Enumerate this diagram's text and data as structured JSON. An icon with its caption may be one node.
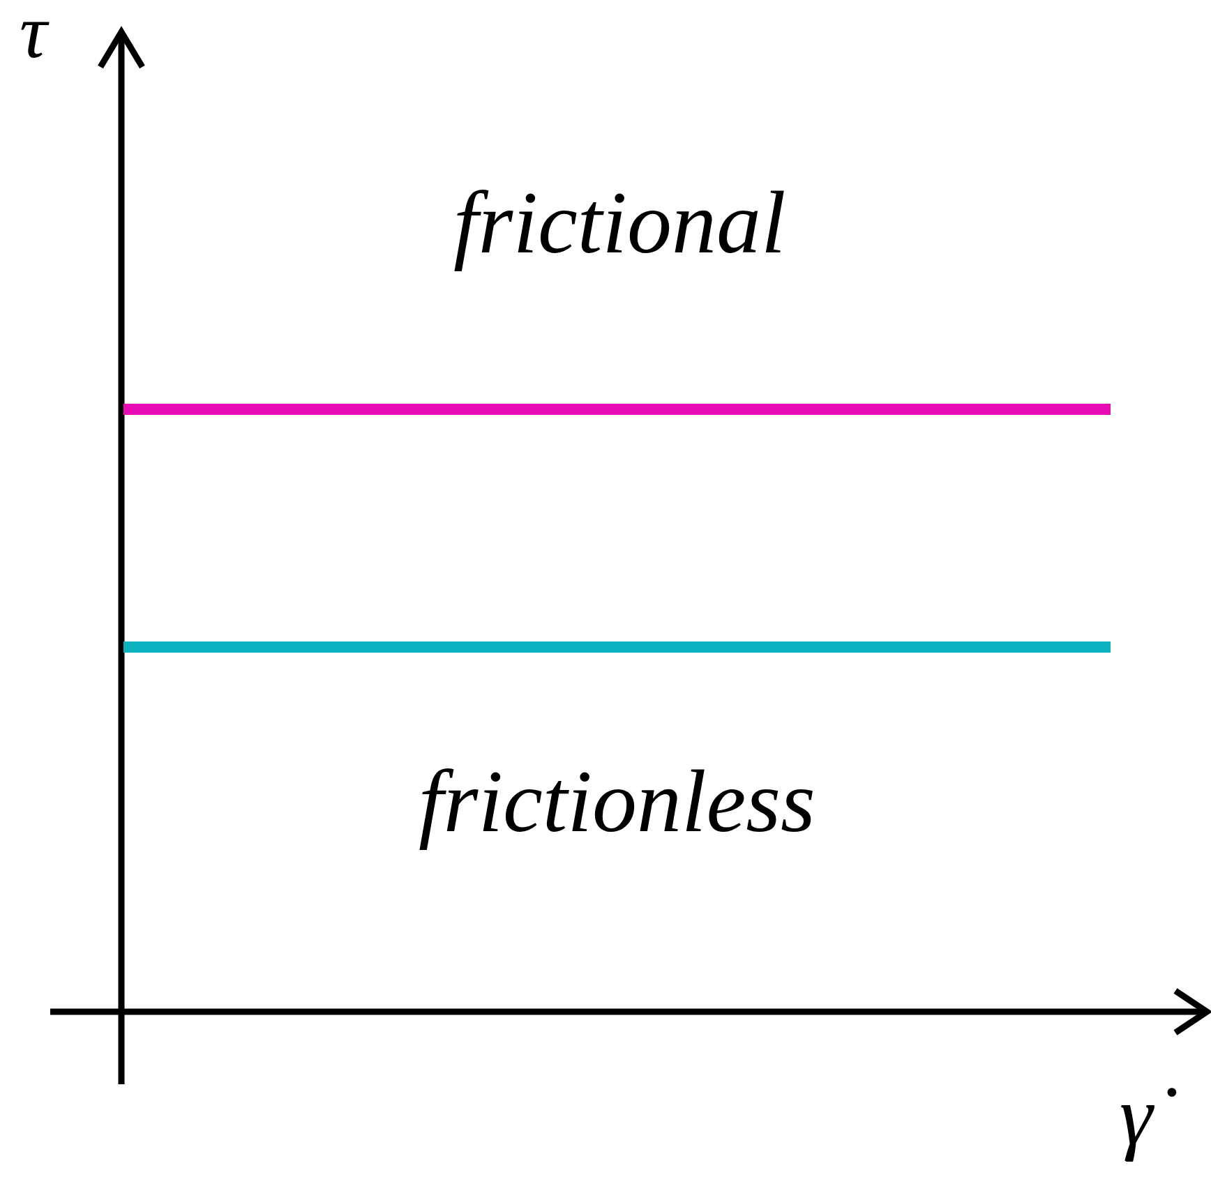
{
  "diagram": {
    "labels": [
      "τ",
      "frictional",
      "frictionless",
      "γ̇"
    ]
  }
}
